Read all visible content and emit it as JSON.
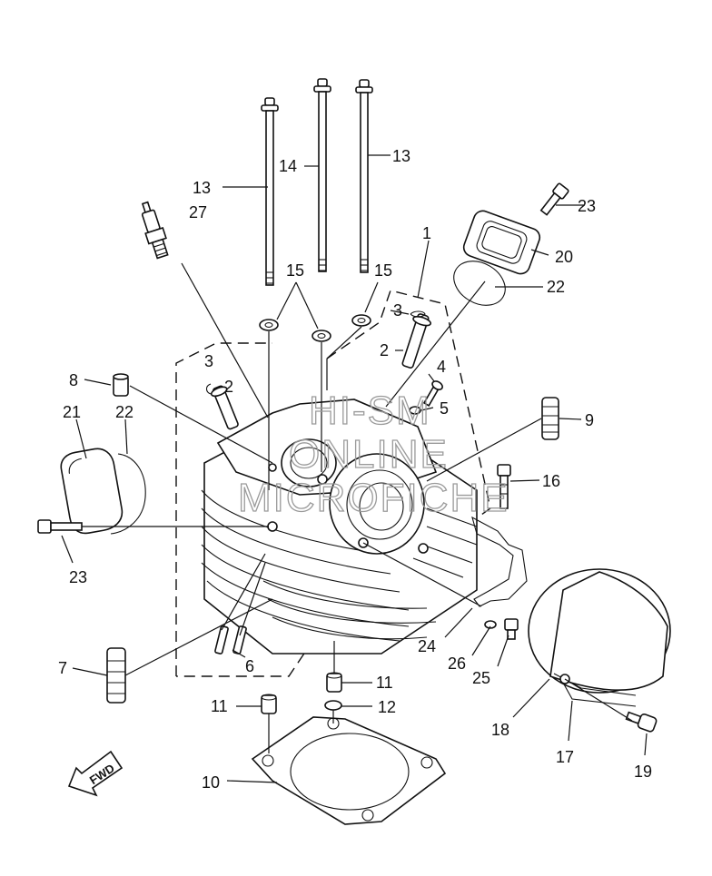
{
  "diagram": {
    "watermark_lines": [
      "HI-SM",
      "ONLINE",
      "MICROFICHE"
    ],
    "direction_label": "FWD",
    "callouts": {
      "c1": "1",
      "c2a": "2",
      "c2b": "2",
      "c3a": "3",
      "c3b": "3",
      "c4": "4",
      "c5": "5",
      "c6": "6",
      "c7": "7",
      "c8": "8",
      "c9": "9",
      "c10": "10",
      "c11a": "11",
      "c11b": "11",
      "c12": "12",
      "c13a": "13",
      "c13b": "13",
      "c14": "14",
      "c15a": "15",
      "c15b": "15",
      "c16": "16",
      "c17": "17",
      "c18": "18",
      "c19": "19",
      "c20": "20",
      "c21": "21",
      "c22a": "22",
      "c22b": "22",
      "c23a": "23",
      "c23b": "23",
      "c24": "24",
      "c25": "25",
      "c26": "26",
      "c27": "27"
    }
  }
}
